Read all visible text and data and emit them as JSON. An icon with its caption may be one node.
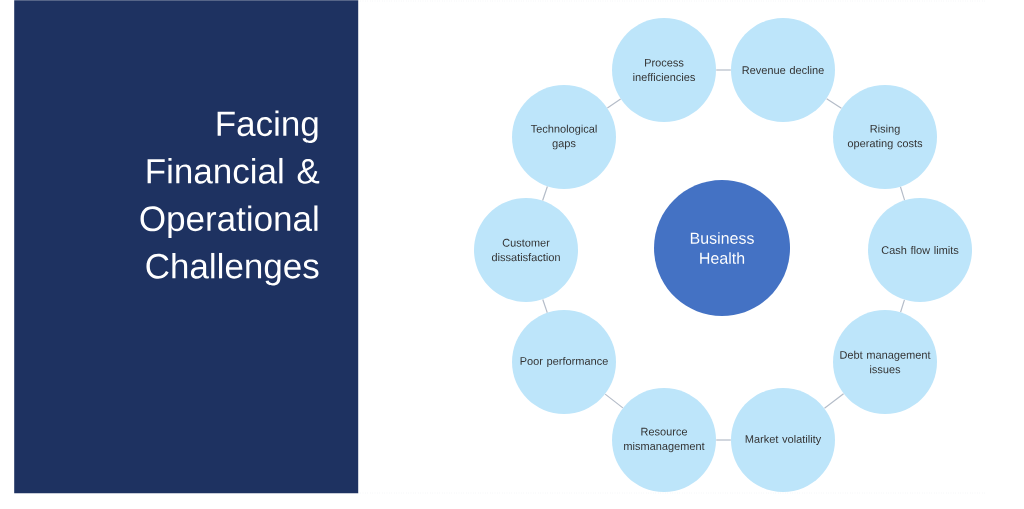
{
  "diagram": {
    "title": "Facing Financial & Operational Challenges",
    "nodes": [
      {
        "text": [
          "Business Health"
        ]
      },
      {
        "text": [
          "Process inefficiencies"
        ]
      },
      {
        "text": [
          "Revenue decline"
        ]
      },
      {
        "text": [
          "Rising operating costs"
        ]
      },
      {
        "text": [
          "Cash flow limits"
        ]
      },
      {
        "text": [
          "Debt management issues"
        ]
      },
      {
        "text": [
          "Market volatility"
        ]
      },
      {
        "text": [
          "Resource mismanagement"
        ]
      },
      {
        "text": [
          "Poor performance"
        ]
      },
      {
        "text": [
          "Customer dissatisfaction"
        ]
      },
      {
        "text": [
          "Technological gaps"
        ]
      }
    ],
    "edges": [
      {
        "from": 1,
        "to": 2,
        "arrow": "none"
      },
      {
        "from": 2,
        "to": 3,
        "arrow": "none"
      },
      {
        "from": 3,
        "to": 4,
        "arrow": "none"
      },
      {
        "from": 4,
        "to": 5,
        "arrow": "none"
      },
      {
        "from": 5,
        "to": 6,
        "arrow": "none"
      },
      {
        "from": 6,
        "to": 7,
        "arrow": "none"
      },
      {
        "from": 7,
        "to": 8,
        "arrow": "none"
      },
      {
        "from": 8,
        "to": 9,
        "arrow": "none"
      },
      {
        "from": 9,
        "to": 10,
        "arrow": "none"
      },
      {
        "from": 10,
        "to": 1,
        "arrow": "none"
      }
    ]
  }
}
